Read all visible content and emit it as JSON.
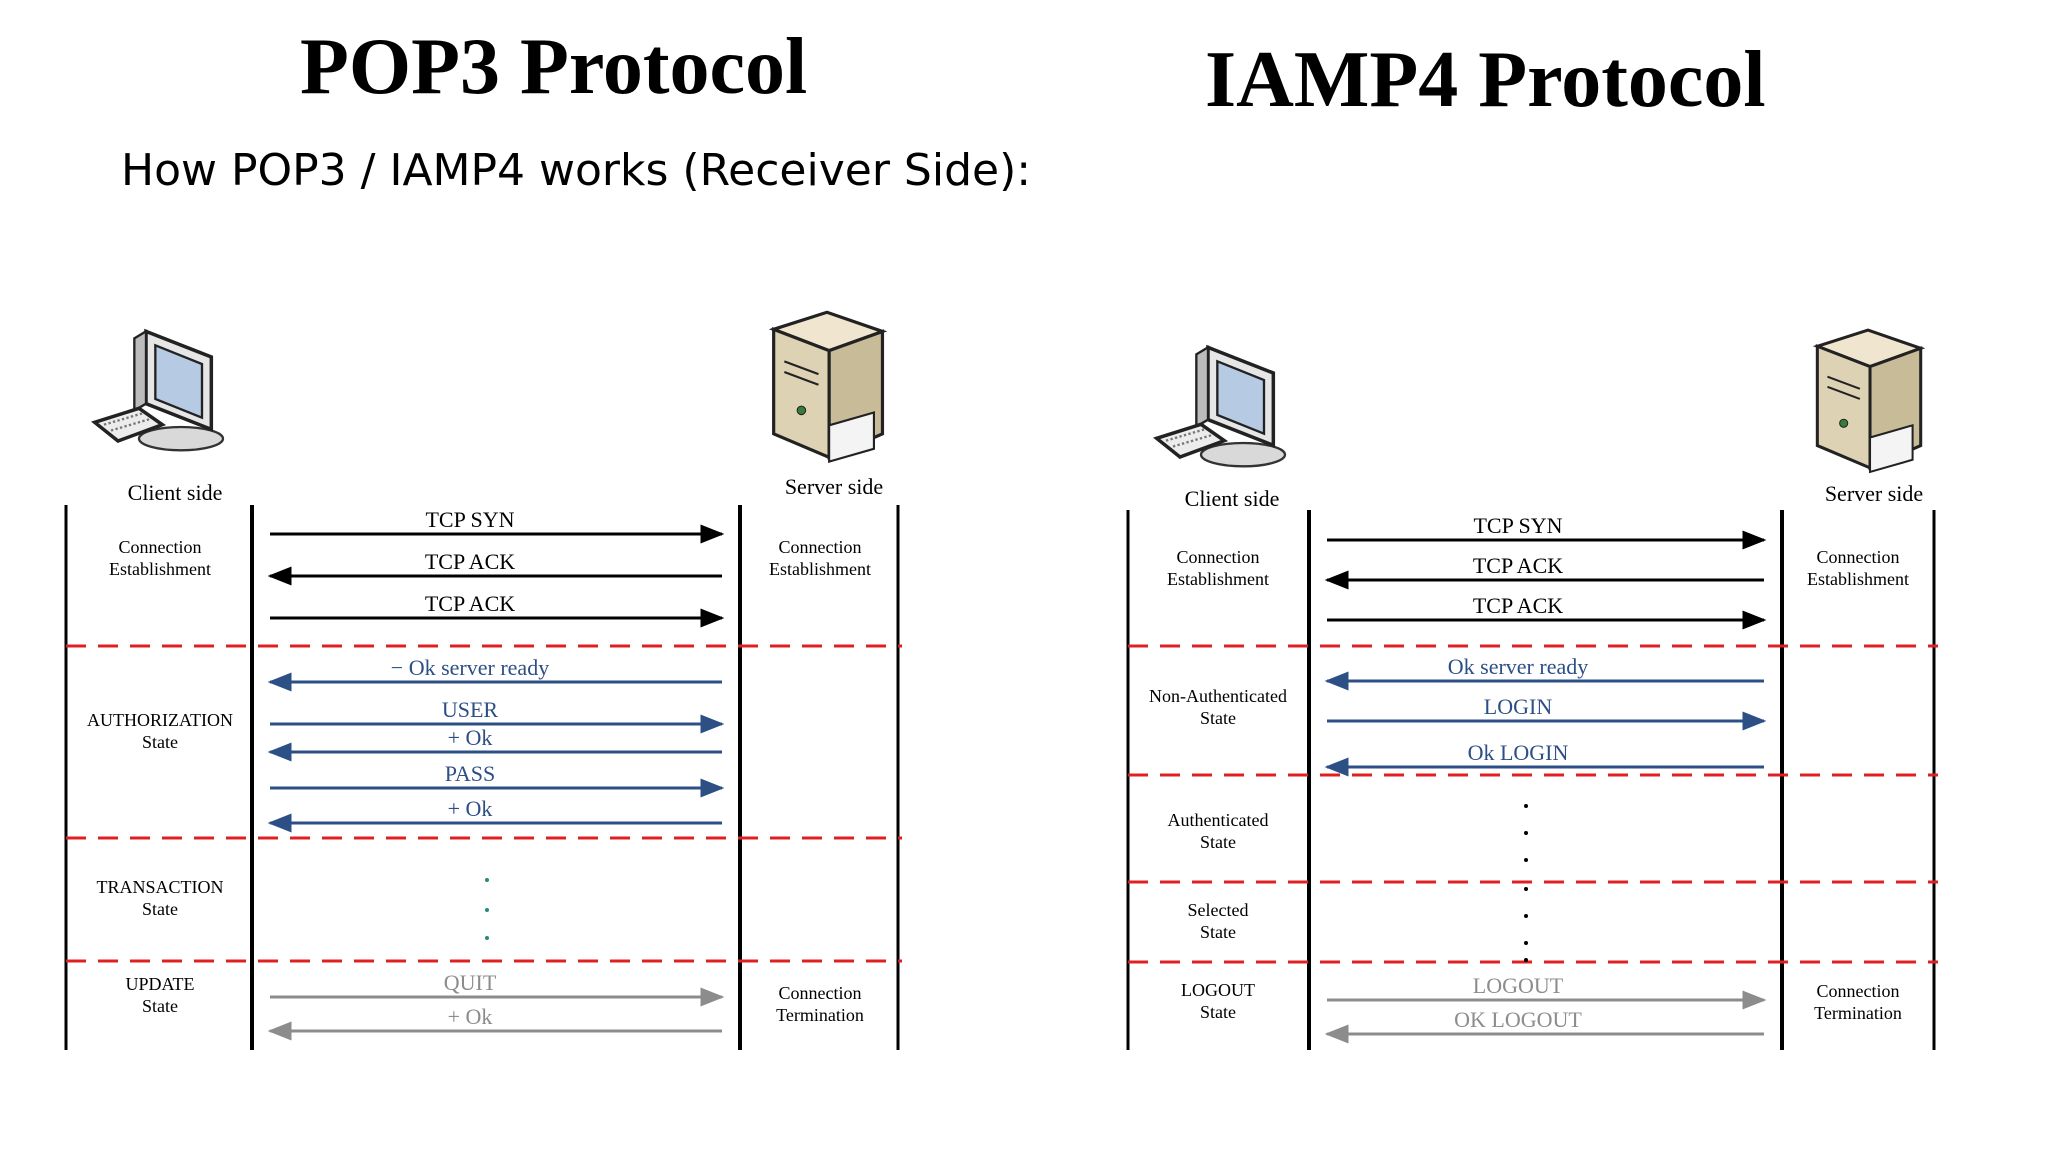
{
  "titles": {
    "left": "POP3 Protocol",
    "right": "IAMP4 Protocol"
  },
  "subtitle": "How POP3 / IAMP4 works (Receiver Side):",
  "colors": {
    "black": "#000000",
    "blue": "#2c4f86",
    "gray": "#8c8c8c",
    "red": "#e02020"
  },
  "icons": {
    "client": "desktop-computer-icon",
    "server": "server-tower-icon"
  },
  "pop3": {
    "client_label": "Client side",
    "server_label": "Server side",
    "states": [
      {
        "name": "Connection Establishment"
      },
      {
        "name": "AUTHORIZATION State"
      },
      {
        "name": "TRANSACTION State"
      },
      {
        "name": "UPDATE State"
      }
    ],
    "server_states": [
      "Connection Establishment",
      "Connection Termination"
    ],
    "messages": [
      {
        "label": "TCP SYN",
        "direction": "to-server",
        "color": "black"
      },
      {
        "label": "TCP ACK",
        "direction": "to-client",
        "color": "black"
      },
      {
        "label": "TCP ACK",
        "direction": "to-server",
        "color": "black"
      },
      {
        "label": "− Ok server ready",
        "direction": "to-client",
        "color": "blue"
      },
      {
        "label": "USER",
        "direction": "to-server",
        "color": "blue"
      },
      {
        "label": "+ Ok",
        "direction": "to-client",
        "color": "blue"
      },
      {
        "label": "PASS",
        "direction": "to-server",
        "color": "blue"
      },
      {
        "label": "+ Ok",
        "direction": "to-client",
        "color": "blue"
      },
      {
        "label": "QUIT",
        "direction": "to-server",
        "color": "gray"
      },
      {
        "label": "+ Ok",
        "direction": "to-client",
        "color": "gray"
      }
    ]
  },
  "imap4": {
    "client_label": "Client side",
    "server_label": "Server side",
    "states": [
      {
        "name": "Connection Establishment"
      },
      {
        "name": "Non-Authenticated State"
      },
      {
        "name": "Authenticated State"
      },
      {
        "name": "Selected State"
      },
      {
        "name": "LOGOUT State"
      }
    ],
    "server_states": [
      "Connection Establishment",
      "Connection Termination"
    ],
    "messages": [
      {
        "label": "TCP SYN",
        "direction": "to-server",
        "color": "black"
      },
      {
        "label": "TCP ACK",
        "direction": "to-client",
        "color": "black"
      },
      {
        "label": "TCP ACK",
        "direction": "to-server",
        "color": "black"
      },
      {
        "label": "Ok server ready",
        "direction": "to-client",
        "color": "blue"
      },
      {
        "label": "LOGIN",
        "direction": "to-server",
        "color": "blue"
      },
      {
        "label": "Ok LOGIN",
        "direction": "to-client",
        "color": "blue"
      },
      {
        "label": "LOGOUT",
        "direction": "to-server",
        "color": "gray"
      },
      {
        "label": "OK LOGOUT",
        "direction": "to-client",
        "color": "gray"
      }
    ]
  }
}
